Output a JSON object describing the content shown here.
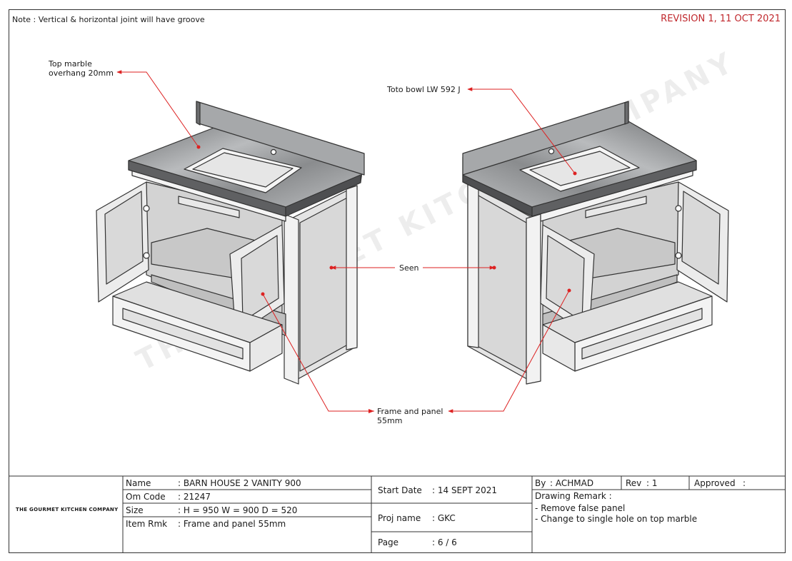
{
  "note": "Note : Vertical & horizontal joint will have groove",
  "revision": "REVISION 1, 11 OCT 2021",
  "watermark": "THE GOURMET KITCHEN COMPANY",
  "callouts": {
    "top_marble": [
      "Top marble",
      "overhang 20mm"
    ],
    "toto_bowl": "Toto bowl LW 592 J",
    "seen": "Seen",
    "frame_panel": [
      "Frame and panel",
      "55mm"
    ]
  },
  "title_block": {
    "company": "THE GOURMET KITCHEN COMPANY",
    "name_label": "Name",
    "name_value": ": BARN HOUSE 2 VANITY 900",
    "om_label": "Om Code",
    "om_value": ":  21247",
    "size_label": "Size",
    "size_value": ":   H = 950   W = 900  D = 520",
    "item_label": "Item Rmk",
    "item_value": ":  Frame and panel 55mm",
    "start_label": "Start Date",
    "start_value": ":  14 SEPT 2021",
    "proj_label": "Proj name",
    "proj_value": ":  GKC",
    "page_label": "Page",
    "page_value": ":  6 / 6",
    "by_label": "By",
    "by_value": ":  ACHMAD",
    "rev_label": "Rev",
    "rev_value": ":   1",
    "approved_label": "Approved",
    "approved_value": ":",
    "remark_label": "Drawing Remark :",
    "remarks": [
      "- Remove false panel",
      "- Change to single hole on top marble"
    ]
  }
}
